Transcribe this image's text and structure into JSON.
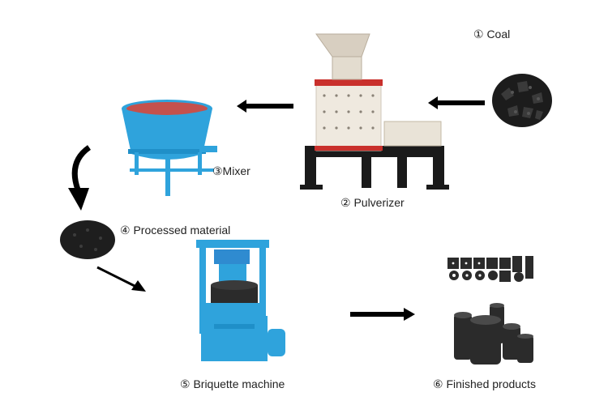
{
  "labels": {
    "coal": "① Coal",
    "pulverizer": "② Pulverizer",
    "mixer": "③Mixer",
    "processed": "④ Processed material",
    "briquette": "⑤ Briquette machine",
    "finished": "⑥ Finished products"
  },
  "icons": {
    "coal": "coal-pile-icon",
    "pulverizer": "pulverizer-machine-icon",
    "mixer": "pan-mixer-icon",
    "processed": "powder-pile-icon",
    "briquette": "briquette-press-icon",
    "finished": "briquette-samples-icon"
  },
  "colors": {
    "machine_blue": "#2fa3dc",
    "frame_black": "#1a1a1a",
    "pulverizer_body": "#efe9df",
    "pulverizer_accent": "#c9302c",
    "mixer_contents": "#c4514d",
    "briquette_black": "#2b2b2b",
    "arrow": "#000000"
  }
}
